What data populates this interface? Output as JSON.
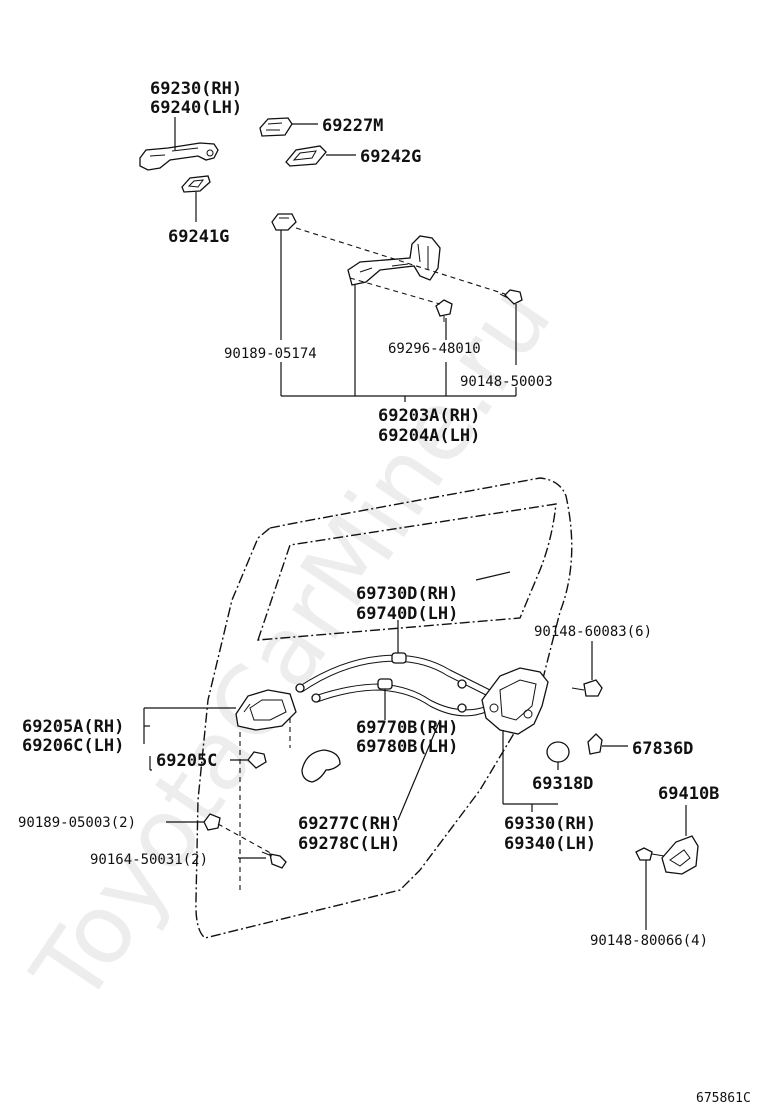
{
  "watermark": "ToyotaCarMine.ru",
  "diagram_code": "675861C",
  "labels": {
    "p69230": "69230(RH)",
    "p69240": "69240(LH)",
    "p69227M": "69227M",
    "p69242G": "69242G",
    "p69241G": "69241G",
    "p90189_05174": "90189-05174",
    "p69296_48010": "69296-48010",
    "p90148_50003": "90148-50003",
    "p69203A": "69203A(RH)",
    "p69204A": "69204A(LH)",
    "p69730D": "69730D(RH)",
    "p69740D": "69740D(LH)",
    "p90148_60083": "90148-60083(6)",
    "p69205A": "69205A(RH)",
    "p69206C": "69206C(LH)",
    "p69205C": "69205C",
    "p69770B": "69770B(RH)",
    "p69780B": "69780B(LH)",
    "p67836D": "67836D",
    "p69318D": "69318D",
    "p69410B": "69410B",
    "p90189_05003": "90189-05003(2)",
    "p90164_50031": "90164-50031(2)",
    "p69277C": "69277C(RH)",
    "p69278C": "69278C(LH)",
    "p69330": "69330(RH)",
    "p69340": "69340(LH)",
    "p90148_80066": "90148-80066(4)"
  }
}
